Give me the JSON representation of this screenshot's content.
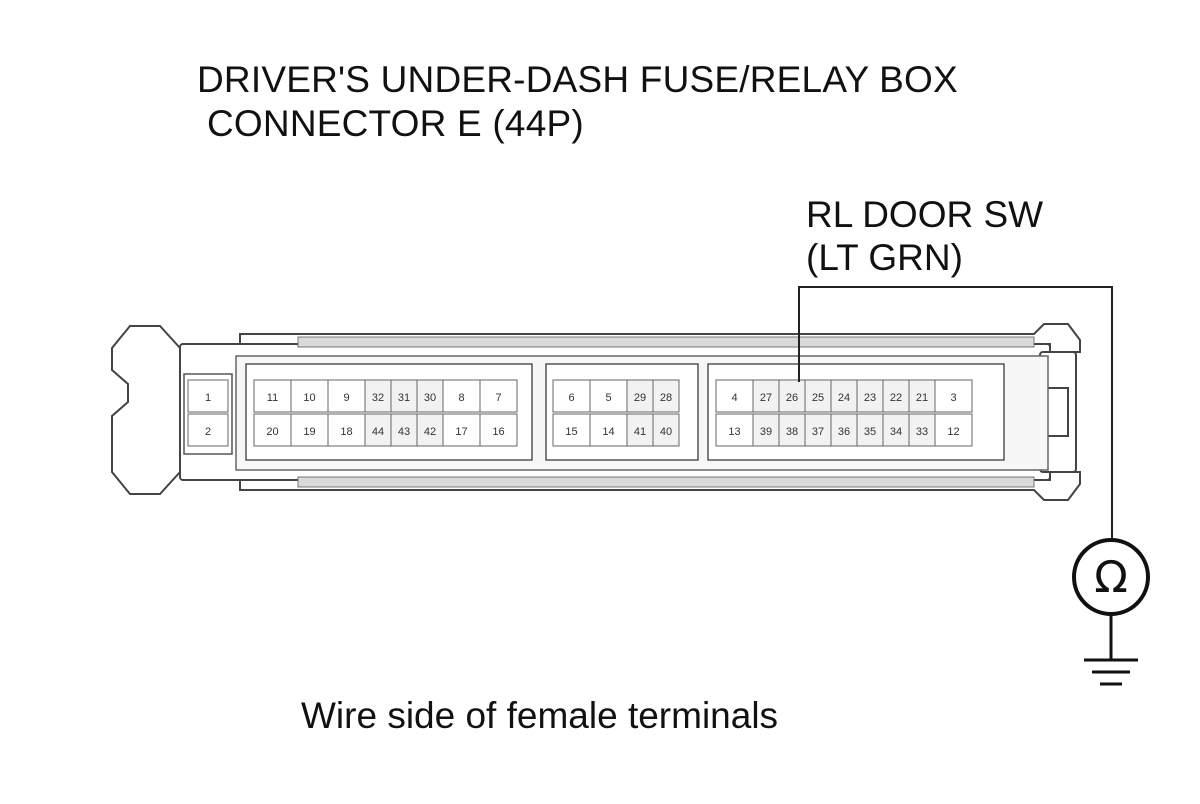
{
  "title": {
    "line1": "DRIVER'S UNDER-DASH FUSE/RELAY BOX",
    "line2": "CONNECTOR E (44P)"
  },
  "wire": {
    "name": "RL DOOR SW",
    "color": "(LT GRN)",
    "terminal": "26"
  },
  "meter": {
    "symbol": "Ω"
  },
  "caption": "Wire side of female terminals",
  "connector": {
    "small_block": {
      "top": [
        "1"
      ],
      "bottom": [
        "2"
      ]
    },
    "left_block": {
      "top": [
        "11",
        "10",
        "9",
        "32",
        "31",
        "30",
        "8",
        "7"
      ],
      "bottom": [
        "20",
        "19",
        "18",
        "44",
        "43",
        "42",
        "17",
        "16"
      ]
    },
    "mid_block": {
      "top": [
        "6",
        "5",
        "29",
        "28"
      ],
      "bottom": [
        "15",
        "14",
        "41",
        "40"
      ]
    },
    "right_block": {
      "top": [
        "4",
        "27",
        "26",
        "25",
        "24",
        "23",
        "22",
        "21",
        "3"
      ],
      "bottom": [
        "13",
        "39",
        "38",
        "37",
        "36",
        "35",
        "34",
        "33",
        "12"
      ]
    }
  }
}
